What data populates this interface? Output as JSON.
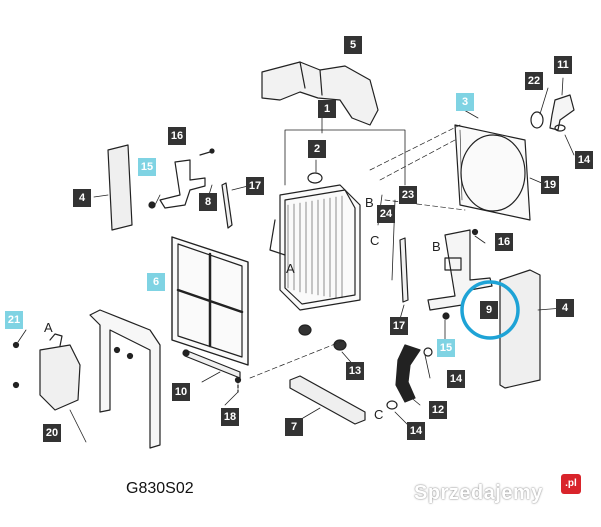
{
  "diagram": {
    "code": "G830S02",
    "labels": {
      "l1": "1",
      "l2": "2",
      "l3": "3",
      "l4a": "4",
      "l4b": "4",
      "l5": "5",
      "l6": "6",
      "l7": "7",
      "l8": "8",
      "l9": "9",
      "l10": "10",
      "l11": "11",
      "l12": "12",
      "l13": "13",
      "l14a": "14",
      "l14b": "14",
      "l14c": "14",
      "l15a": "15",
      "l15b": "15",
      "l16a": "16",
      "l16b": "16",
      "l17a": "17",
      "l17b": "17",
      "l18": "18",
      "l19": "19",
      "l20": "20",
      "l21": "21",
      "l22": "22",
      "l23": "23",
      "l24": "24"
    },
    "letters": {
      "a1": "A",
      "a2": "A",
      "b1": "B",
      "b2": "B",
      "c1": "C",
      "c2": "C"
    },
    "highlight_color": "#1ea3d6",
    "label_dark": "#333333",
    "label_cyan": "#7fd3e3"
  },
  "watermark": {
    "text": "Sprzedajemy",
    "badge": ".pl"
  }
}
